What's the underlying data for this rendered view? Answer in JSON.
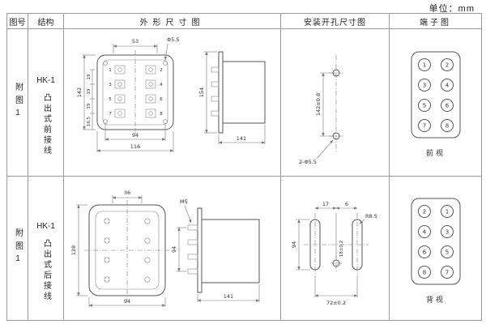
{
  "page": {
    "unit": "单位：mm"
  },
  "headers": {
    "fig": "图号",
    "structure": "结构",
    "outline": "外形尺寸图",
    "mounting": "安装开孔尺寸图",
    "terminal": "端子图"
  },
  "rows": [
    {
      "fig": "附图1",
      "model": "HK-1",
      "desc": "凸出式前接线",
      "outline": {
        "w53": "53",
        "phi55": "Φ5.5",
        "h142": "142",
        "p19": "19",
        "p165": "16.5",
        "w94": "94",
        "w116": "116",
        "h154": "154",
        "d141": "141",
        "terms": [
          "1",
          "2",
          "3",
          "4",
          "5",
          "6",
          "7",
          "8"
        ]
      },
      "mounting": {
        "h": "142±0.8",
        "holes": "2-Φ5.5"
      },
      "terminal": {
        "left": [
          "1",
          "3",
          "5",
          "7"
        ],
        "right": [
          "2",
          "4",
          "6",
          "8"
        ],
        "caption": "前视"
      }
    },
    {
      "fig": "附图1",
      "model": "HK-1",
      "desc": "凸出式后接线",
      "outline": {
        "w36": "36",
        "m5": "M5",
        "h128": "128",
        "w94": "94",
        "h94": "94",
        "d141": "141"
      },
      "mounting": {
        "t17": "17",
        "t6": "6",
        "r": "R8.5",
        "h94": "94",
        "mid": "18±0.2",
        "w72": "72±0.2"
      },
      "terminal": {
        "left": [
          "2",
          "4",
          "6",
          "8"
        ],
        "right": [
          "1",
          "3",
          "5",
          "7"
        ],
        "caption": "背视"
      }
    }
  ]
}
